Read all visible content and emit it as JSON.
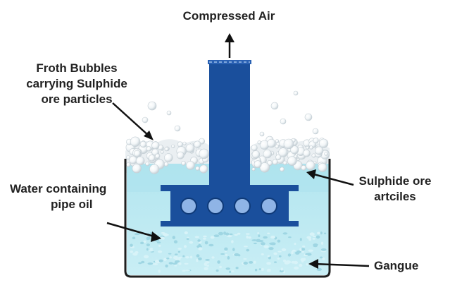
{
  "labels": {
    "compressed_air": "Compressed Air",
    "froth_bubbles": [
      "Froth Bubbles",
      "carrying Sulphide",
      "ore particles"
    ],
    "water": [
      "Water containing",
      "pipe oil"
    ],
    "sulphide": [
      "Sulphide ore",
      "artciles"
    ],
    "gangue": "Gangue"
  },
  "colors": {
    "pipe_blue": "#1a4f9c",
    "pipe_light": "#8fb4e6",
    "water": "#bfeaf2",
    "water_top": "#a9e2ee",
    "tank_outline": "#1f1f1f",
    "froth": "#eef2f4",
    "arrow": "#111111"
  },
  "icons": [
    "arrow-up-icon"
  ]
}
